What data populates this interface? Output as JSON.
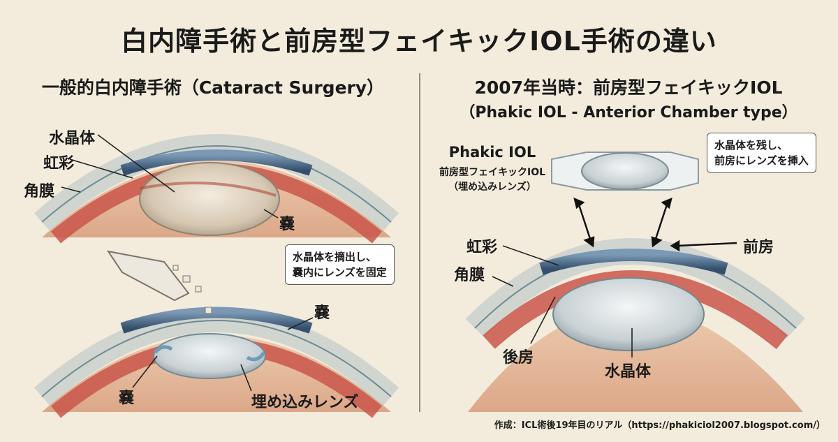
{
  "title": "白内障手術と前房型フェイキックIOL手術の違い",
  "left": {
    "heading": "一般的白内障手術（Cataract Surgery）",
    "labels": {
      "lens": "水晶体",
      "iris": "虹彩",
      "cornea": "角膜",
      "capsule_top": "嚢",
      "capsule_right": "嚢",
      "capsule_left": "嚢",
      "implant": "埋め込みレンズ"
    },
    "callout": [
      "水晶体を摘出し、",
      "嚢内にレンズを固定"
    ]
  },
  "right": {
    "heading": "2007年当時：前房型フェイキックIOL",
    "heading_sub": "（Phakic IOL - Anterior Chamber type）",
    "phakic_title": "Phakic IOL",
    "phakic_sub": [
      "前房型フェイキックIOL",
      "（埋め込みレンズ）"
    ],
    "callout": [
      "水晶体を残し、",
      "前房にレンズを挿入"
    ],
    "labels": {
      "iris": "虹彩",
      "cornea": "角膜",
      "anterior_chamber": "前房",
      "posterior_chamber": "後房",
      "lens": "水晶体"
    }
  },
  "credit": "作成：ICL術後19年目のリアル（https://phakiciol2007.blogspot.com/）",
  "colors": {
    "background": "#f3ecdc",
    "iris": "#4b6a8a",
    "tissue": "#c9564a",
    "cornea": "#d9dfe0"
  }
}
